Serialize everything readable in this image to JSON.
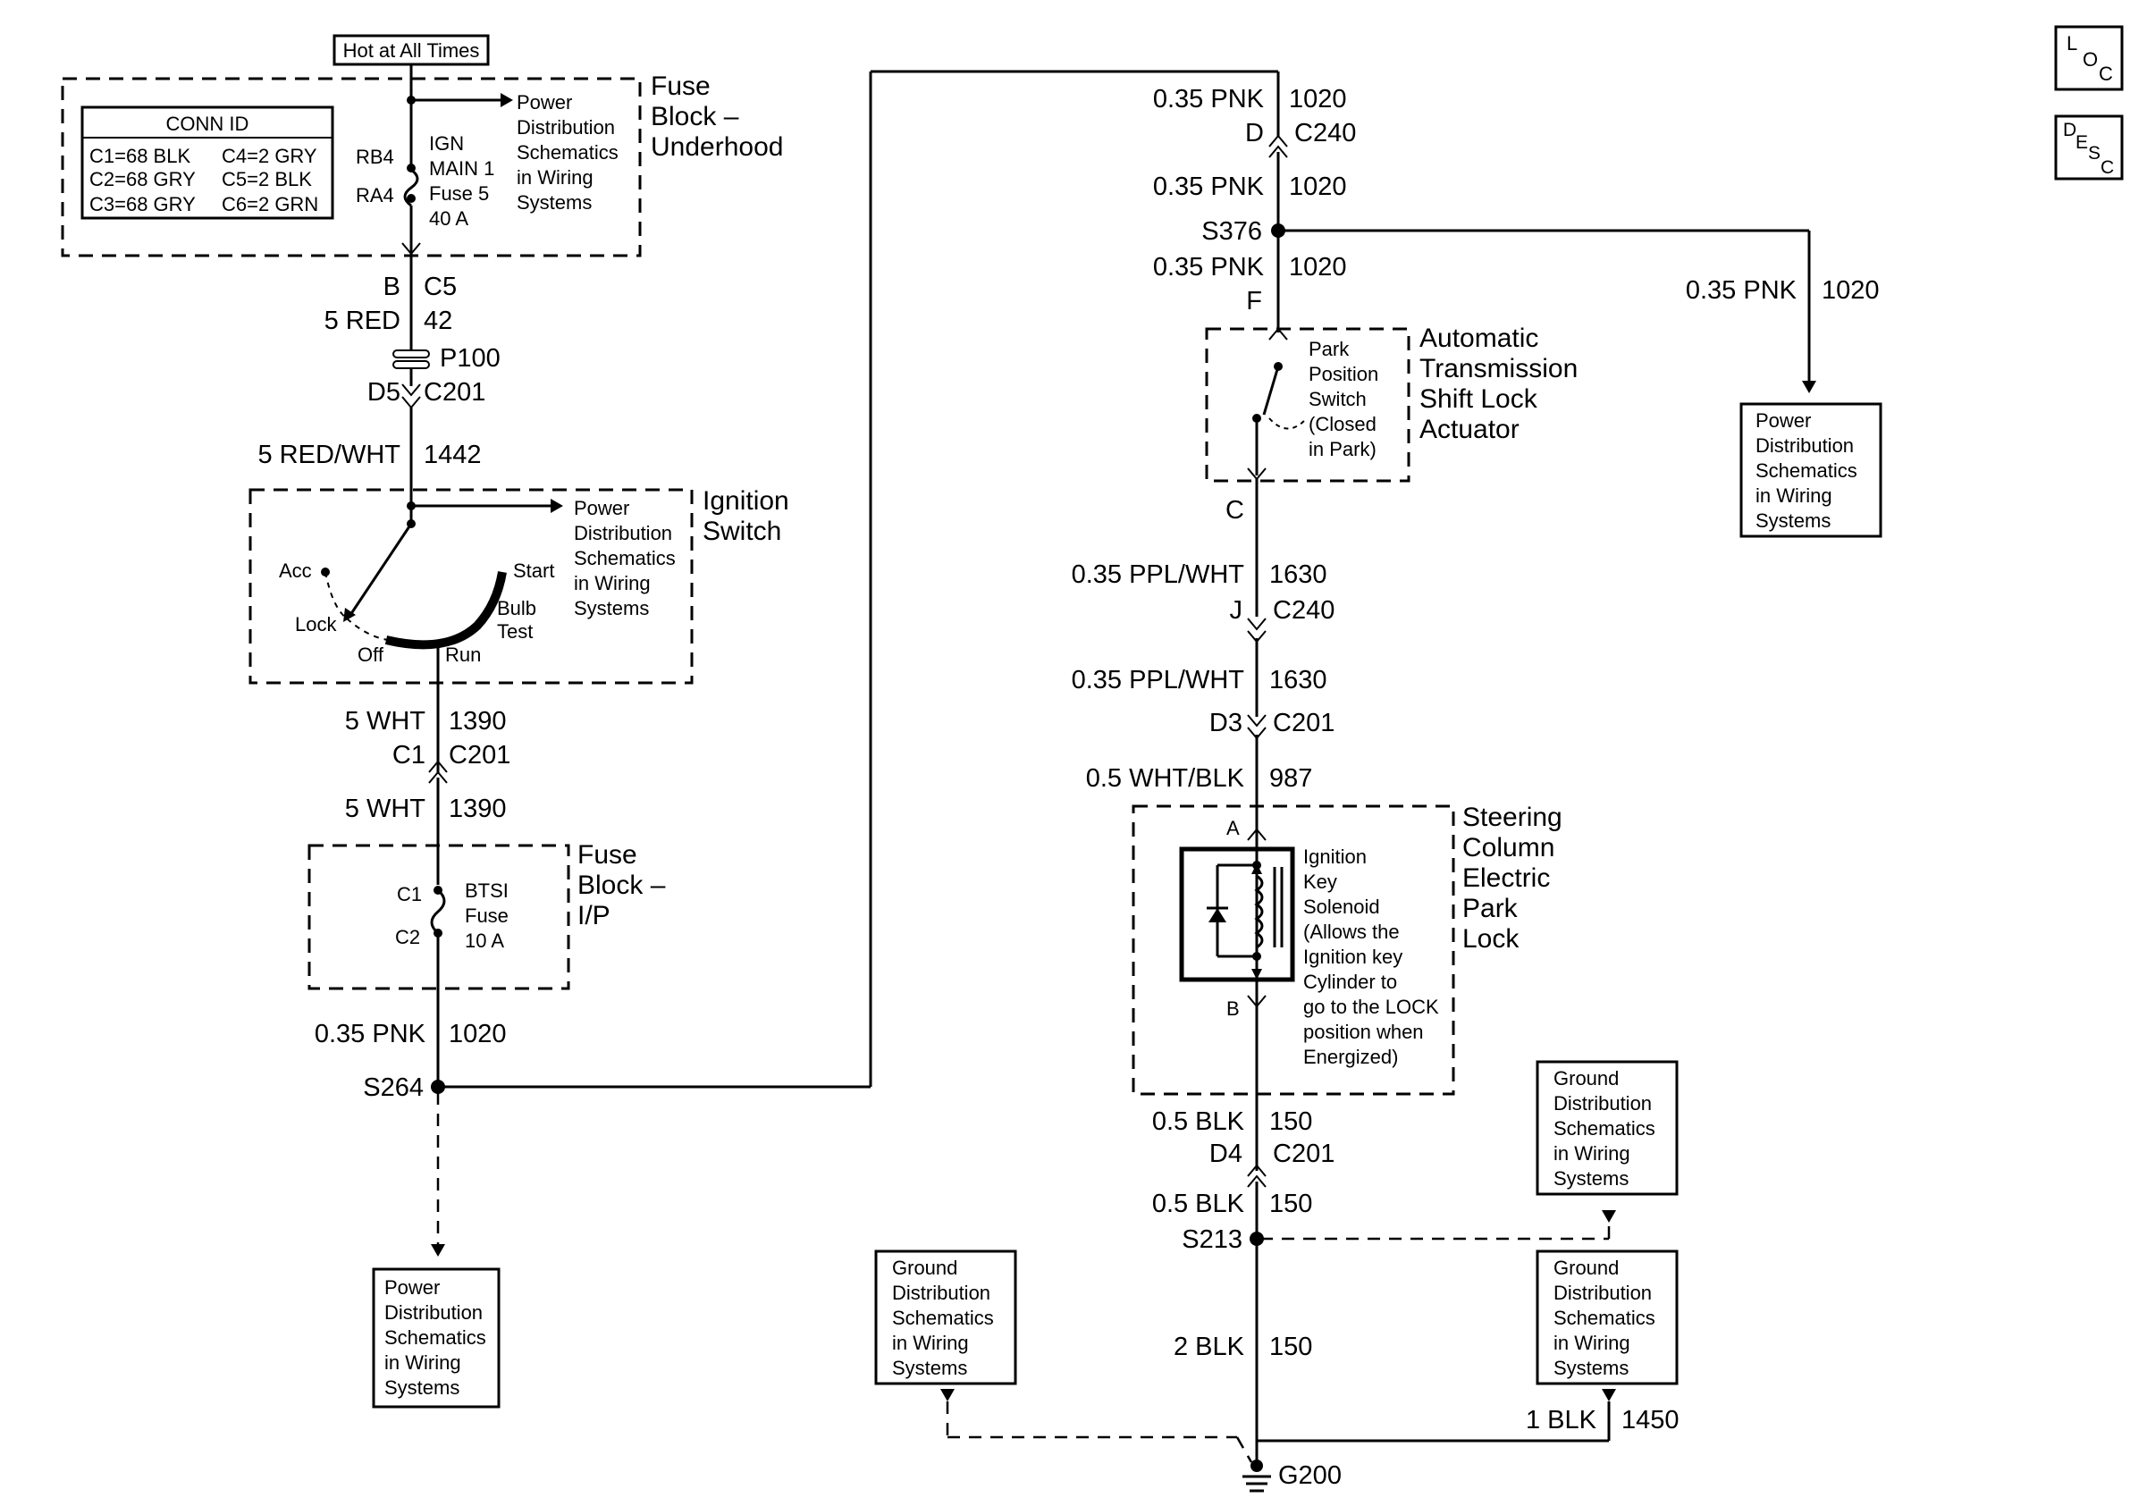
{
  "header": {
    "hot_label": "Hot at All Times",
    "loc_letters": [
      "L",
      "O",
      "C"
    ],
    "desc_letters": [
      "D",
      "E",
      "S",
      "C"
    ]
  },
  "fuse_block_underhood": {
    "title_lines": [
      "Fuse",
      "Block –",
      "Underhood"
    ],
    "conn_id_title": "CONN ID",
    "conn_id_rows": [
      [
        "C1=68 BLK",
        "C4=2 GRY"
      ],
      [
        "C2=68 GRY",
        "C5=2 BLK"
      ],
      [
        "C3=68 GRY",
        "C6=2 GRN"
      ]
    ],
    "pin_top": "RB4",
    "pin_bottom": "RA4",
    "fuse_lines": [
      "IGN",
      "MAIN 1",
      "Fuse 5",
      "40 A"
    ],
    "power_dist_lines": [
      "Power",
      "Distribution",
      "Schematics",
      "in Wiring",
      "Systems"
    ]
  },
  "left_column": {
    "c5_pin": "B",
    "c5_conn": "C5",
    "w1_gauge": "5 RED",
    "w1_circuit": "42",
    "p100": "P100",
    "c201_pin": "D5",
    "c201_conn": "C201",
    "w2_gauge": "5 RED/WHT",
    "w2_circuit": "1442",
    "w3_gauge": "5 WHT",
    "w3_circuit": "1390",
    "c201b_pin": "C1",
    "c201b_conn": "C201",
    "w4_gauge": "5 WHT",
    "w4_circuit": "1390",
    "w5_gauge": "0.35 PNK",
    "w5_circuit": "1020",
    "splice": "S264",
    "power_dist_bottom_lines": [
      "Power",
      "Distribution",
      "Schematics",
      "in Wiring",
      "Systems"
    ]
  },
  "ignition_switch": {
    "title_lines": [
      "Ignition",
      "Switch"
    ],
    "acc": "Acc",
    "lock": "Lock",
    "off": "Off",
    "run": "Run",
    "start": "Start",
    "bulb_test_lines": [
      "Bulb",
      "Test"
    ],
    "power_dist_lines": [
      "Power",
      "Distribution",
      "Schematics",
      "in Wiring",
      "Systems"
    ]
  },
  "fuse_block_ip": {
    "title_lines": [
      "Fuse",
      "Block –",
      "I/P"
    ],
    "pin_top": "C1",
    "pin_bottom": "C2",
    "fuse_lines": [
      "BTSI",
      "Fuse",
      "10 A"
    ]
  },
  "right_column": {
    "r1_gauge": "0.35 PNK",
    "r1_circuit": "1020",
    "c240_pin": "D",
    "c240_conn": "C240",
    "r2_gauge": "0.35 PNK",
    "r2_circuit": "1020",
    "splice_s376": "S376",
    "r3_gauge": "0.35 PNK",
    "r3_circuit": "1020",
    "pin_f": "F",
    "branch_gauge": "0.35 PNK",
    "branch_circuit": "1020",
    "branch_power_dist_lines": [
      "Power",
      "Distribution",
      "Schematics",
      "in Wiring",
      "Systems"
    ],
    "pin_c": "C",
    "r4_gauge": "0.35 PPL/WHT",
    "r4_circuit": "1630",
    "c240b_pin": "J",
    "c240b_conn": "C240",
    "r5_gauge": "0.35 PPL/WHT",
    "r5_circuit": "1630",
    "c201_pin": "D3",
    "c201_conn": "C201",
    "r6_gauge": "0.5 WHT/BLK",
    "r6_circuit": "987",
    "r7_gauge": "0.5 BLK",
    "r7_circuit": "150",
    "c201b_pin": "D4",
    "c201b_conn": "C201",
    "r8_gauge": "0.5 BLK",
    "r8_circuit": "150",
    "splice_s213": "S213",
    "r9_gauge": "2 BLK",
    "r9_circuit": "150",
    "ground_right_gauge": "1 BLK",
    "ground_right_circuit": "1450",
    "ground": "G200"
  },
  "shift_lock": {
    "title_lines": [
      "Automatic",
      "Transmission",
      "Shift Lock",
      "Actuator"
    ],
    "switch_lines": [
      "Park",
      "Position",
      "Switch",
      "(Closed",
      "in Park)"
    ]
  },
  "park_lock": {
    "title_lines": [
      "Steering",
      "Column",
      "Electric",
      "Park",
      "Lock"
    ],
    "pin_a": "A",
    "pin_b": "B",
    "solenoid_lines": [
      "Ignition",
      "Key",
      "Solenoid",
      "(Allows the",
      "Ignition key",
      "Cylinder to",
      "go to the LOCK",
      "position when",
      "Energized)"
    ]
  },
  "ground_dist": {
    "left_lines": [
      "Ground",
      "Distribution",
      "Schematics",
      "in Wiring",
      "Systems"
    ],
    "right_top_lines": [
      "Ground",
      "Distribution",
      "Schematics",
      "in Wiring",
      "Systems"
    ],
    "right_bottom_lines": [
      "Ground",
      "Distribution",
      "Schematics",
      "in Wiring",
      "Systems"
    ]
  }
}
